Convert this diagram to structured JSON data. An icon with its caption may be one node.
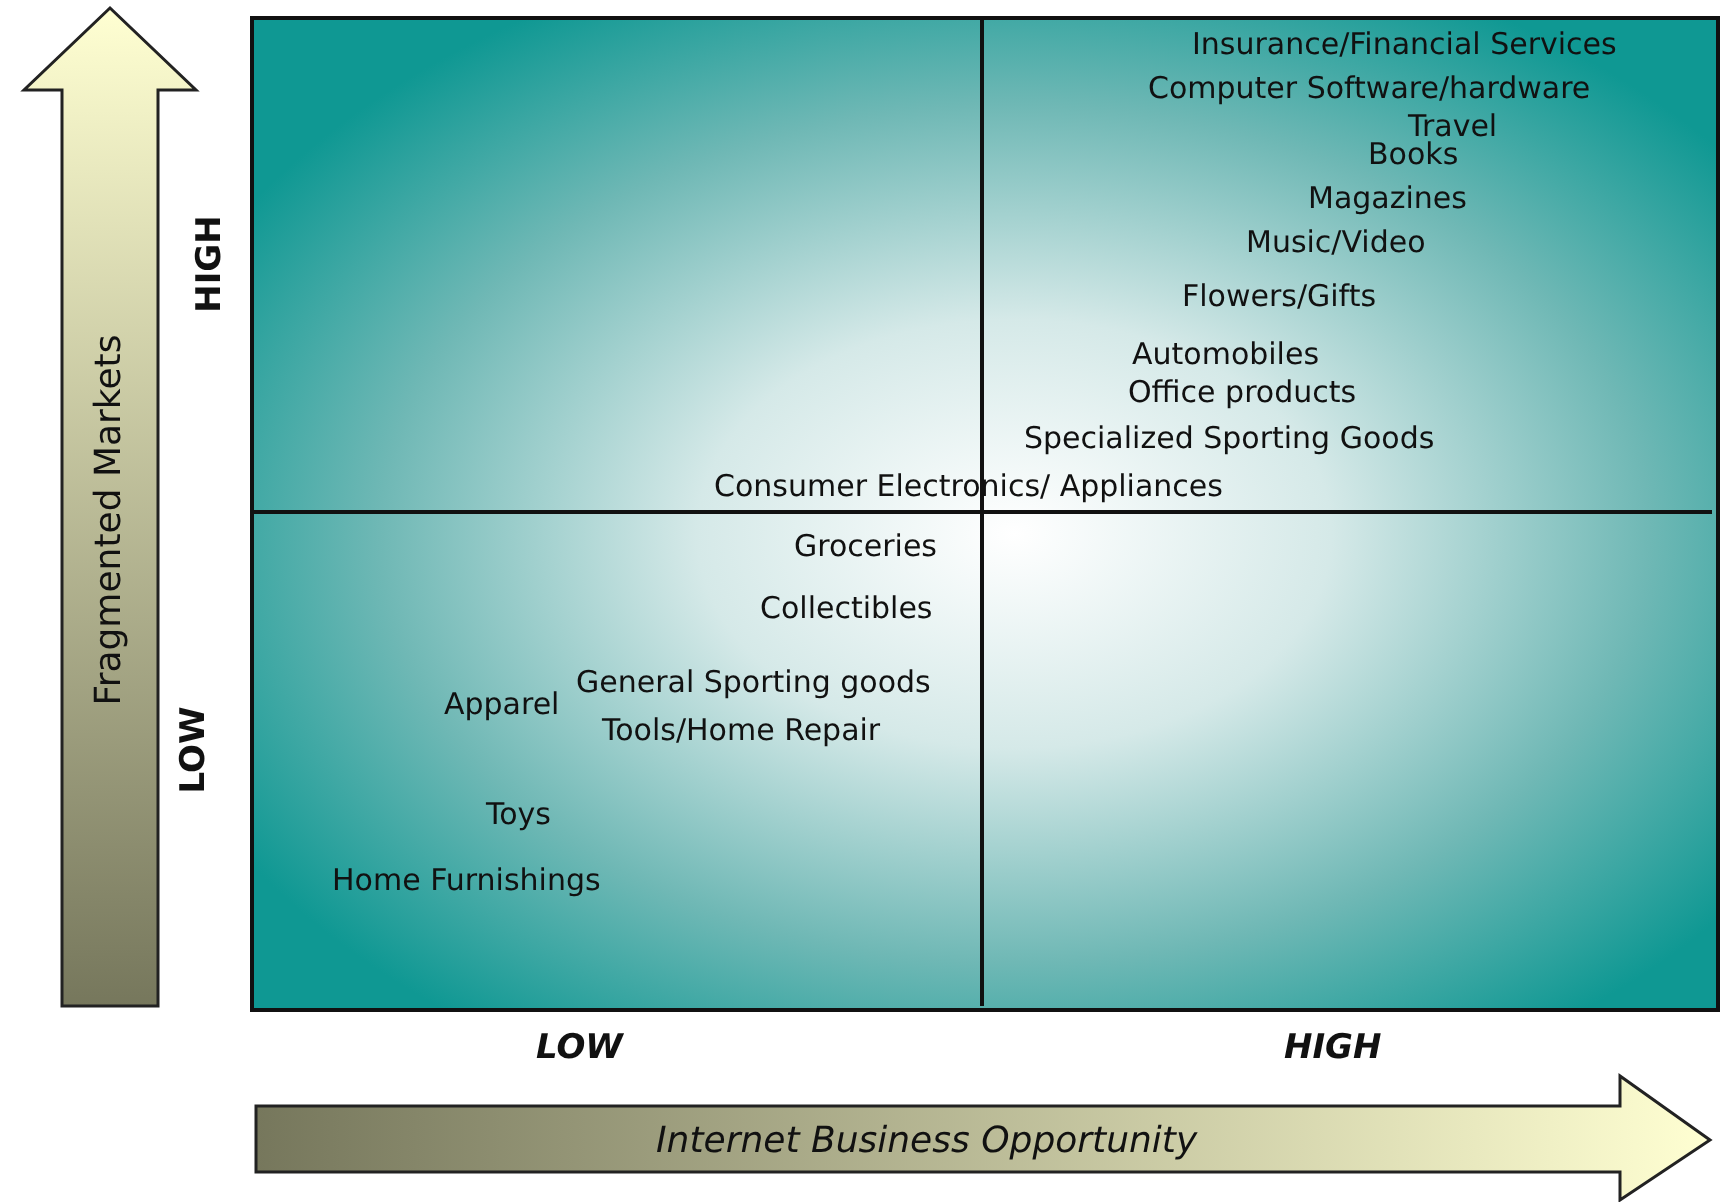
{
  "diagram": {
    "labels": [
      "Fragmented Markets",
      "HIGH",
      "LOW",
      "Insurance/Financial Services",
      "Computer Software/hardware",
      "Travel",
      "Books",
      "Magazines",
      "Music/Video",
      "Flowers/Gifts",
      "Automobiles",
      "Office products",
      "Specialized Sporting Goods",
      "Consumer Electronics/ Appliances",
      "Groceries",
      "Collectibles",
      "General Sporting goods",
      "Apparel",
      "Tools/Home Repair",
      "Toys",
      "Home Furnishings",
      "LOW",
      "HIGH",
      "Internet Business Opportunity"
    ]
  }
}
